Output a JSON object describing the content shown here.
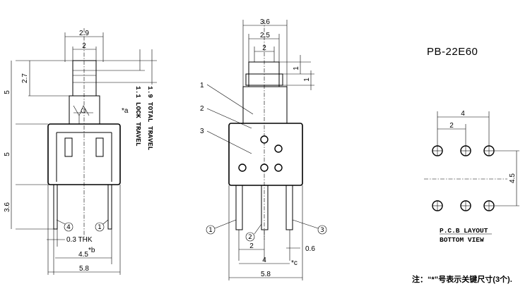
{
  "left_view": {
    "dim_top_outer": "2.9",
    "dim_top_inner": "2",
    "dim_left_a": "2.7",
    "dim_left_b": "5",
    "dim_left_c": "5",
    "dim_left_d": "3.6",
    "star_a": "*a",
    "lock_travel": "1.1 LOCK TRAVEL",
    "total_travel": "1.9 TOTAL TRAVEL",
    "pin_left": "4",
    "pin_right": "1",
    "thk": "0.3 THK",
    "star_b": "*b",
    "dim_bottom_pitch": "4.5",
    "dim_bottom_width": "5.8"
  },
  "center_view": {
    "dim_top_outer": "3.6",
    "dim_top_mid": "2.5",
    "dim_top_inner": "2",
    "dim_side_a": "1",
    "dim_side_b": "1",
    "callout_1": "1",
    "callout_2": "2",
    "callout_3": "3",
    "pin_1": "1",
    "pin_2": "2",
    "pin_3": "3",
    "dim_pitch": "2",
    "dim_pin": "0.6",
    "dim_span": "4",
    "star_c": "*c",
    "dim_width": "5.8"
  },
  "layout": {
    "title": "PB-22E60",
    "dim_h_outer": "4",
    "dim_h_inner": "2",
    "dim_v": "4.5",
    "caption_1": "P.C.B LAYOUT",
    "caption_2": "BOTTOM VIEW"
  },
  "note": "注：“*”号表示关键尺寸(3个)."
}
